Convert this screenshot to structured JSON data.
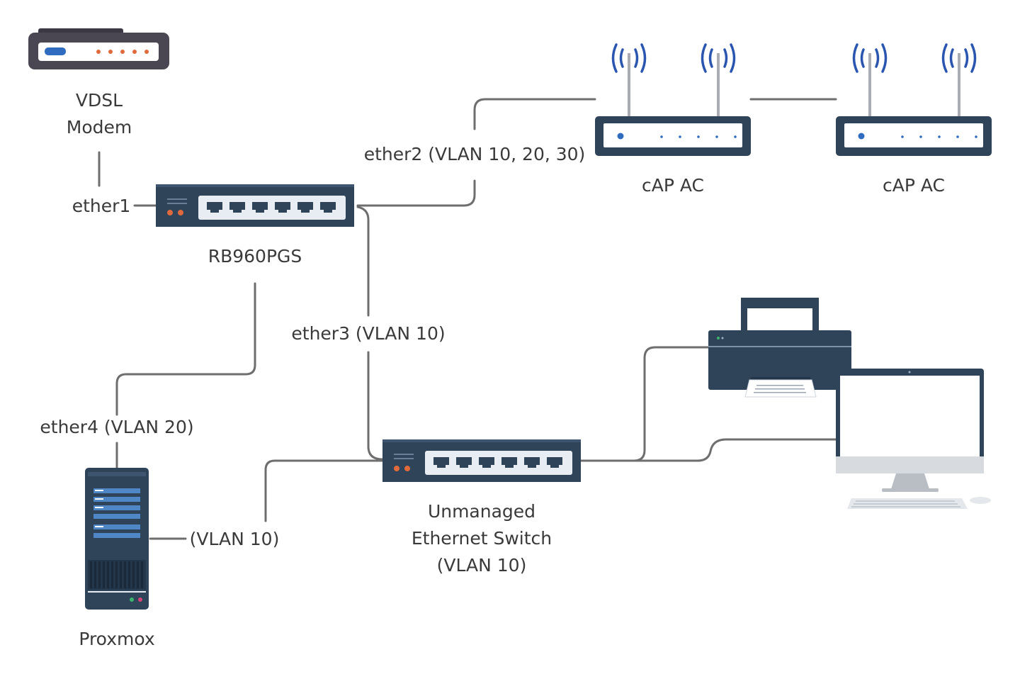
{
  "devices": {
    "modem": {
      "line1": "VDSL",
      "line2": "Modem"
    },
    "router": {
      "label": "RB960PGS"
    },
    "ap1": {
      "label": "cAP AC"
    },
    "ap2": {
      "label": "cAP AC"
    },
    "switch": {
      "line1": "Unmanaged",
      "line2": "Ethernet Switch",
      "line3": "(VLAN 10)"
    },
    "server": {
      "label": "Proxmox"
    }
  },
  "links": {
    "ether1": "ether1",
    "ether2": "ether2 (VLAN 10, 20, 30)",
    "ether3": "ether3 (VLAN 10)",
    "ether4": "ether4 (VLAN 20)",
    "server_vlan": "(VLAN 10)"
  },
  "colors": {
    "device_dark": "#2f4359",
    "device_light": "#e8edf3",
    "port": "#2f4359",
    "led_orange": "#e06a3b",
    "led_blue": "#2f6cc0",
    "signal_blue": "#2a56b0",
    "wire": "#6e6e6e",
    "modem_body": "#4a4753"
  }
}
